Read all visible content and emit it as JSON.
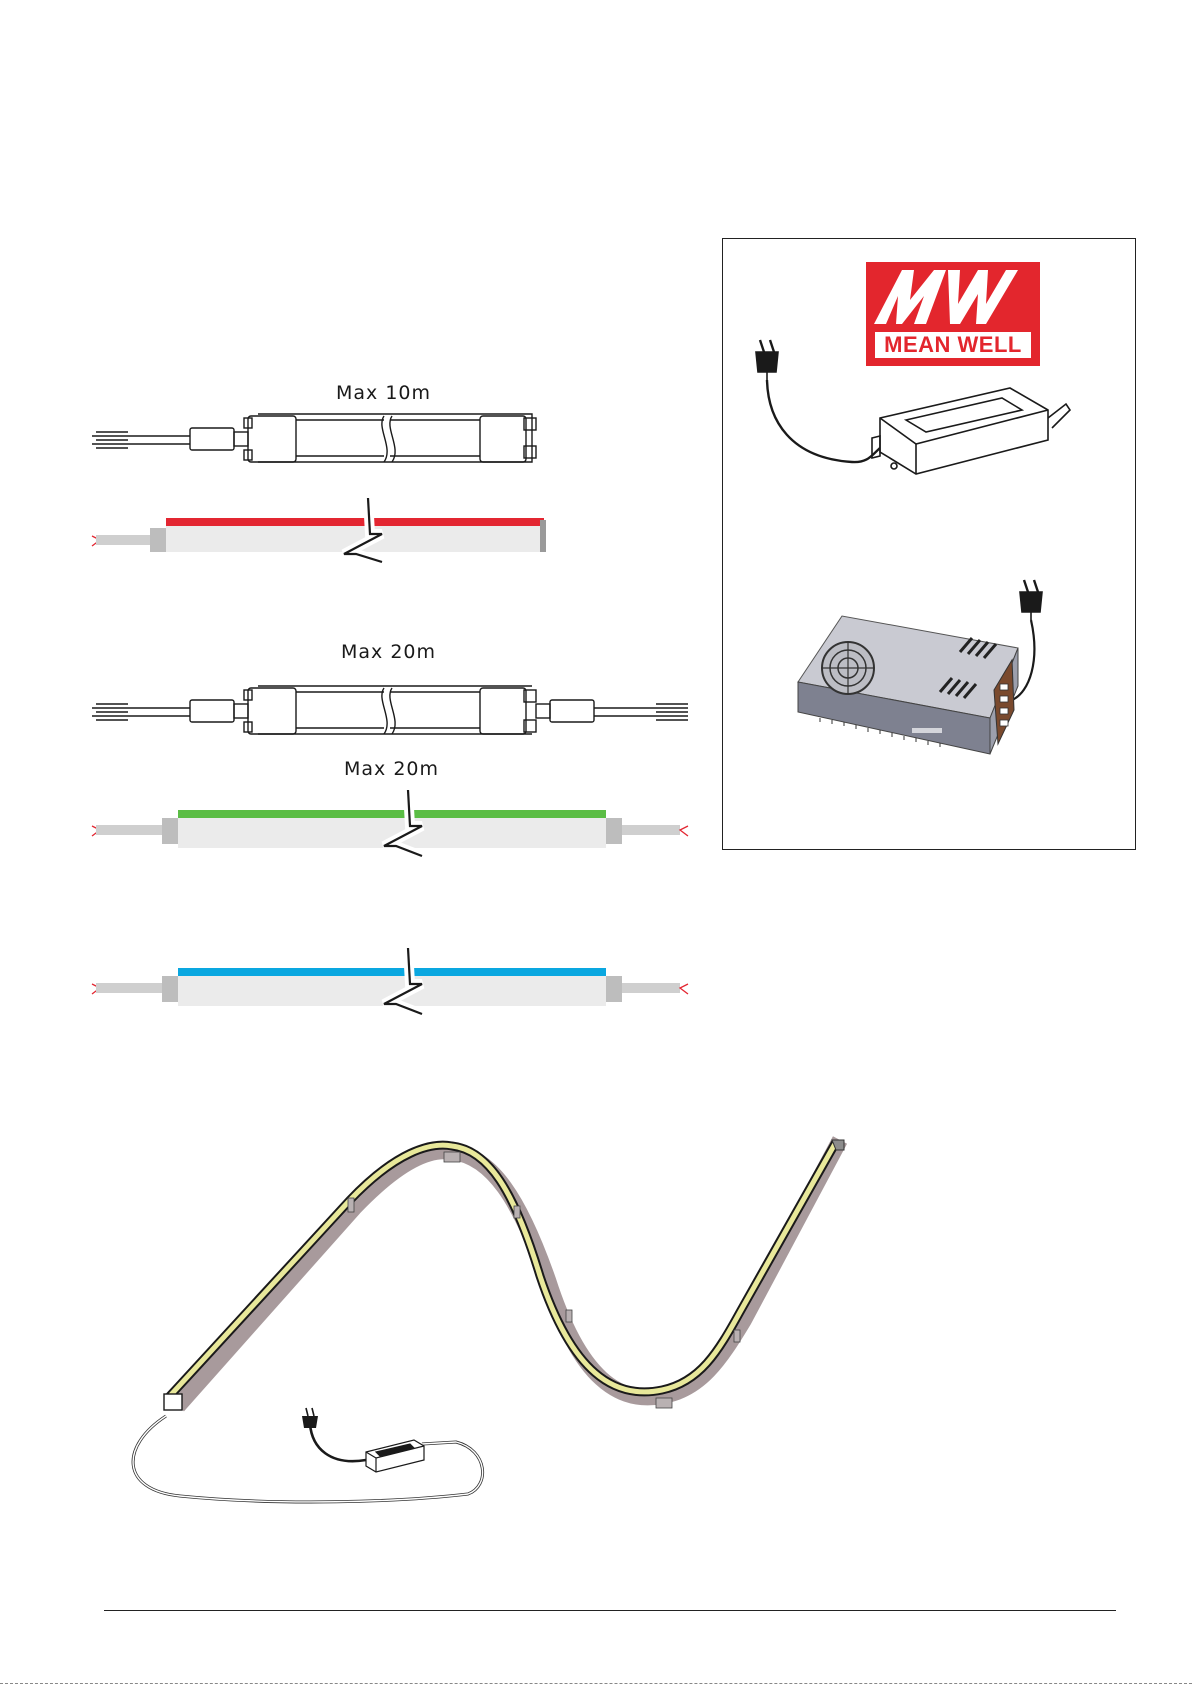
{
  "labels": {
    "max_10m": "Max 10m",
    "max_20m_connector": "Max 20m",
    "max_20m_strip": "Max 20m"
  },
  "brand": {
    "logo_mark": "MW",
    "logo_text": "MEAN WELL"
  },
  "colors": {
    "red_strip": "#e32631",
    "green_strip": "#5bbd45",
    "blue_strip": "#0aa7e0",
    "strip_body": "#ebebeb",
    "yellow_led": "#e8e89a",
    "brand_red": "#e3262d"
  },
  "icons": [
    "eu-plug-icon",
    "led-driver-icon",
    "psu-box-icon",
    "fan-grille-icon"
  ]
}
